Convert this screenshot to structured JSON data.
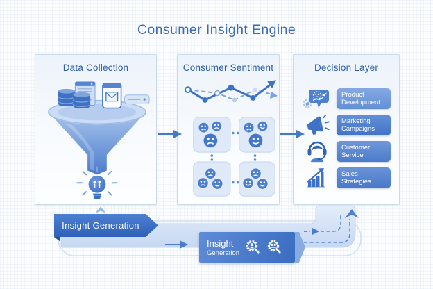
{
  "title": "Consumer Insight Engine",
  "panels": {
    "data_collection": {
      "title": "Data Collection",
      "icons": [
        "database-icon",
        "document-icon",
        "mobile-email-icon",
        "server-icon",
        "funnel-icon",
        "lightbulb-icon"
      ]
    },
    "consumer_sentiment": {
      "title": "Consumer Sentiment",
      "icons": [
        "trend-line-icon"
      ],
      "sentiment_cells": [
        {
          "position": "top-left",
          "faces": [
            "sad",
            "sad",
            "sad"
          ]
        },
        {
          "position": "top-right",
          "faces": [
            "sad",
            "happy",
            "happy"
          ]
        },
        {
          "position": "bottom-left",
          "faces": [
            "sad",
            "sad",
            "happy"
          ]
        },
        {
          "position": "bottom-right",
          "faces": [
            "sad",
            "happy",
            "happy"
          ]
        }
      ]
    },
    "decision_layer": {
      "title": "Decision Layer",
      "items": [
        {
          "icon": "chat-analysis-icon",
          "label": "Product Development"
        },
        {
          "icon": "megaphone-icon",
          "label": "Marketing Campaigns"
        },
        {
          "icon": "support-agent-icon",
          "label": "Customer Service"
        },
        {
          "icon": "bar-chart-icon",
          "label": "Sales Strategies"
        }
      ]
    }
  },
  "banners": {
    "left": {
      "label": "Insight Generation"
    },
    "bottom": {
      "line1": "Insight",
      "line2": "Generation",
      "icons": [
        "person-magnifier-icon",
        "team-magnifier-icon"
      ]
    }
  },
  "colors": {
    "title_text": "#3c6bb5",
    "panel_heading_text": "#2e5fa9",
    "primary_blue": "#3e72c8",
    "banner_blue": "#2e61b7",
    "button_blue": "#4d7ecb",
    "pipe_light_blue": "#c6d8f2"
  }
}
